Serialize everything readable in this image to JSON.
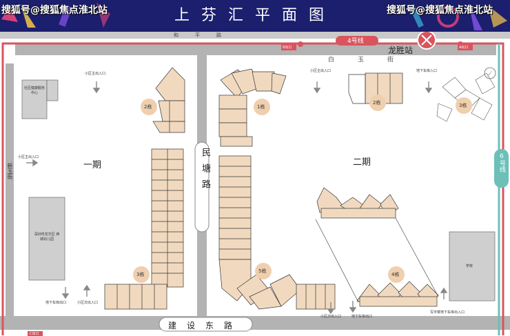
{
  "header": {
    "title": "上芬汇平面图",
    "watermark_left": "搜狐号@搜狐焦点淮北站",
    "watermark_right": "搜狐号@搜狐焦点淮北站"
  },
  "roads": {
    "heping_road": "和平路",
    "baiyu_street": "白玉街",
    "mintang_road": "民塘路",
    "jianshe_east_road": "建设东路",
    "xinyu_street": "新玉街"
  },
  "metro": {
    "line4": "4号线",
    "line6": "6号线",
    "station": "龙胜站",
    "exit_b": "B出口",
    "exit_a": "A出口",
    "exit_c": "C出口"
  },
  "phases": {
    "phase1": "一期",
    "phase2": "二期"
  },
  "buildings": {
    "b1": "1栋",
    "b2_phase1": "2栋",
    "b2_phase2": "2栋",
    "b3_phase1": "3栋",
    "b3_phase2": "3栋",
    "b4": "4栋",
    "b5": "5栋"
  },
  "facilities": {
    "community_center": "社区健康服务中心",
    "kindergarten": "深圳市龙华区 西城幼儿园",
    "school": "学校"
  },
  "entrances": {
    "e1": "小区主出入口",
    "e2": "小区主出入口",
    "e3": "地下车库入口",
    "e4": "小区主出入口",
    "e5": "地下车库出口",
    "e6": "小区次出入口",
    "e7": "小区次出入口",
    "e8": "地下车库出口",
    "e9": "写字楼地下车库出入口"
  },
  "colors": {
    "header_bg": "#1c1f6e",
    "road_grey": "#a9a9a9",
    "metro_line4": "#d9545c",
    "metro_line6": "#6cc0b8",
    "building_fill": "#f1d9bf",
    "building_stroke": "#333333",
    "badge_fill": "#efcfae"
  }
}
